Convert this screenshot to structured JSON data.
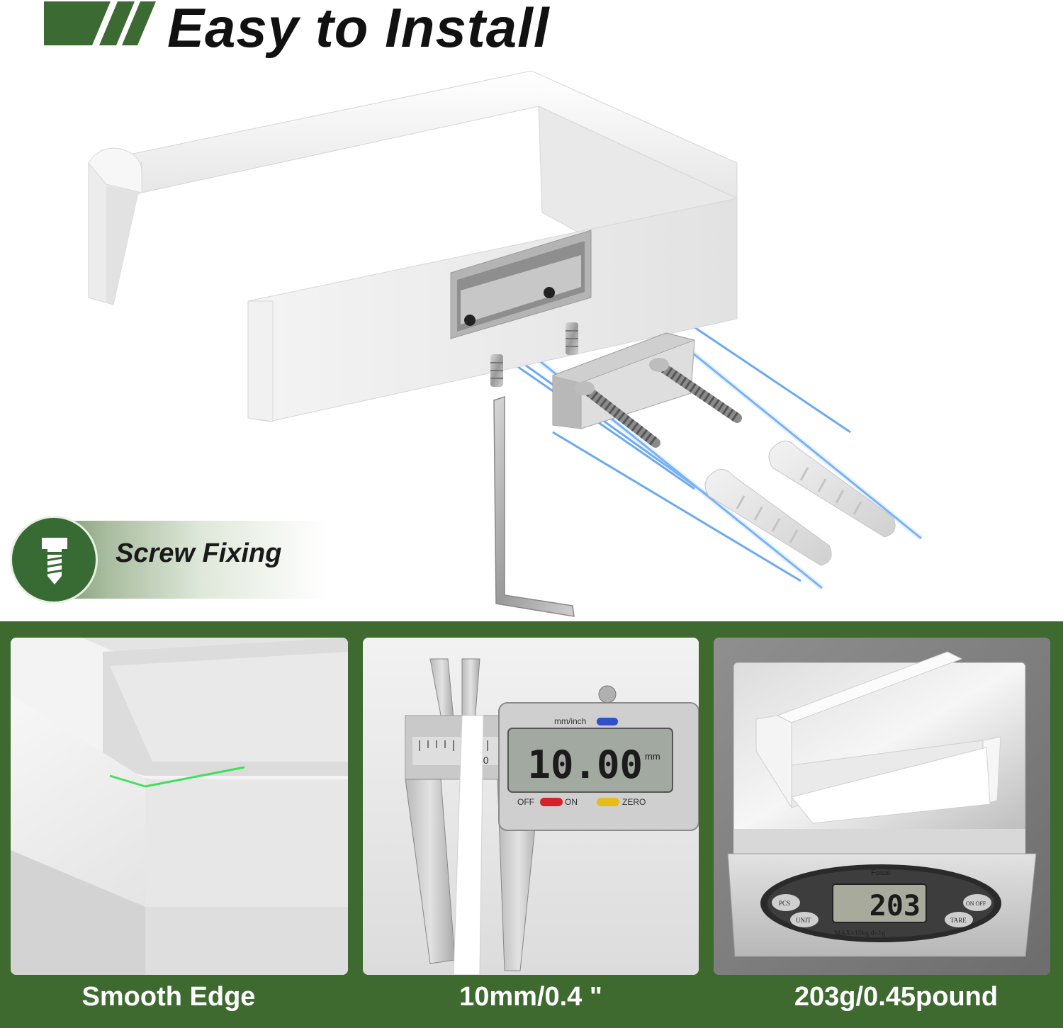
{
  "header": {
    "title": "Easy to Install",
    "accent_color": "#3b6b32"
  },
  "badge": {
    "label": "Screw Fixing",
    "icon": "screw-icon"
  },
  "features": [
    {
      "caption": "Smooth Edge"
    },
    {
      "caption": "10mm/0.4 \""
    },
    {
      "caption": "203g/0.45pound"
    }
  ],
  "caliper": {
    "reading": "10.00",
    "unit": "mm",
    "mode_label": "mm/inch",
    "off_label": "OFF",
    "on_label": "ON",
    "zero_label": "ZERO",
    "scale_number": "10"
  },
  "scale": {
    "reading": "203",
    "brand": "Fosal",
    "spec": "MAX=10kg  d=1g",
    "pcs_label": "PCS",
    "unit_label": "UNIT",
    "onoff_label": "ON OFF",
    "tare_label": "TARE"
  },
  "colors": {
    "panel_green": "#3e6a30",
    "accent_green": "#3b6b32",
    "beam_blue": "#3a8df0"
  }
}
